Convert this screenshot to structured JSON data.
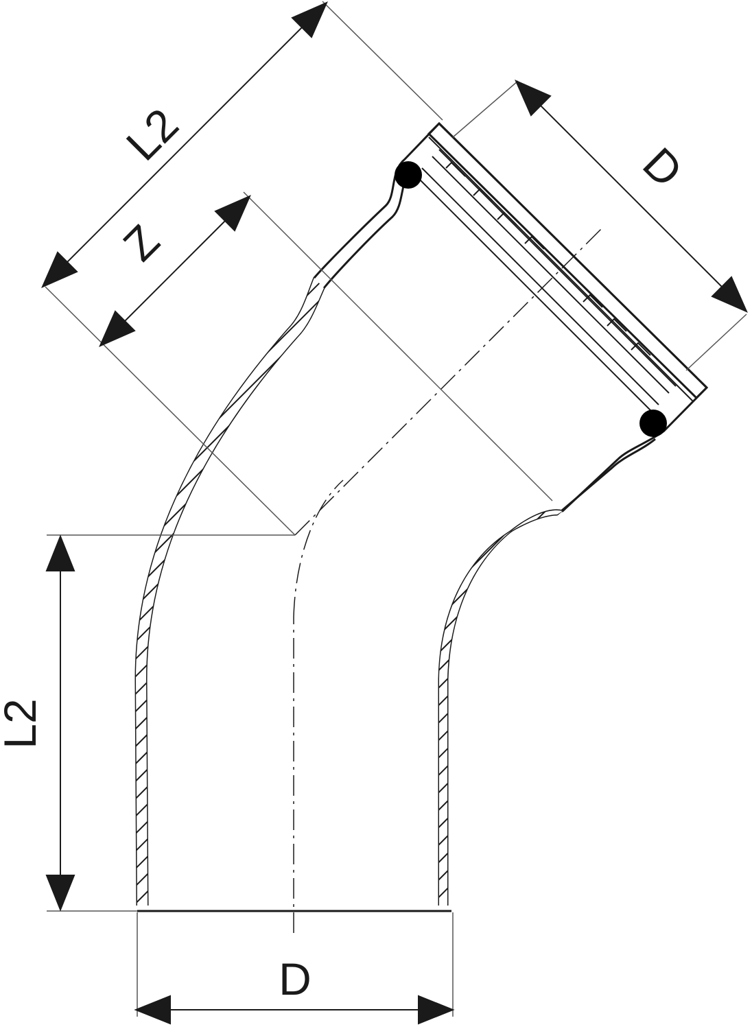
{
  "labels": {
    "l2_diagonal": "L2",
    "z_diagonal": "Z",
    "d_diagonal": "D",
    "l2_vertical": "L2",
    "d_bottom": "D"
  },
  "colors": {
    "line": "#1a1a1a",
    "thin_line": "#555555",
    "background": "#ffffff"
  }
}
